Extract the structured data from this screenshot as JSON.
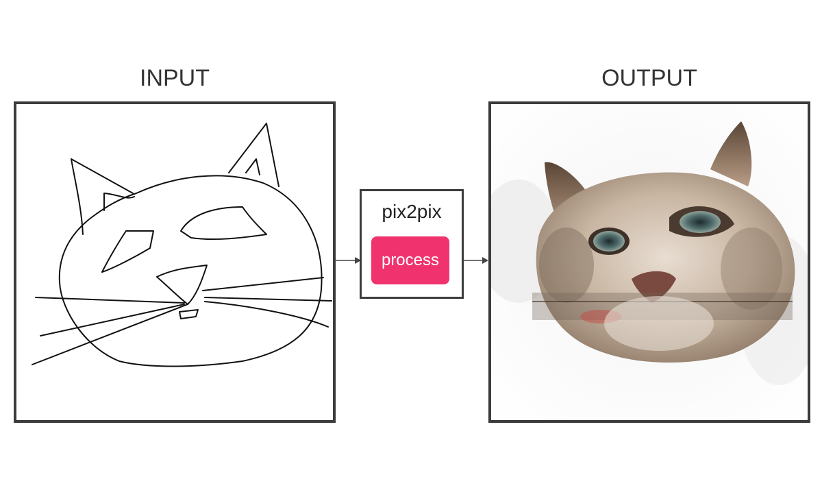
{
  "input": {
    "title": "INPUT"
  },
  "output": {
    "title": "OUTPUT"
  },
  "model": {
    "name": "pix2pix",
    "process_label": "process"
  },
  "colors": {
    "accent": "#f0336e",
    "frame": "#3b3b3b",
    "text": "#333333"
  },
  "icons": {
    "arrow": "arrow-right-icon"
  }
}
